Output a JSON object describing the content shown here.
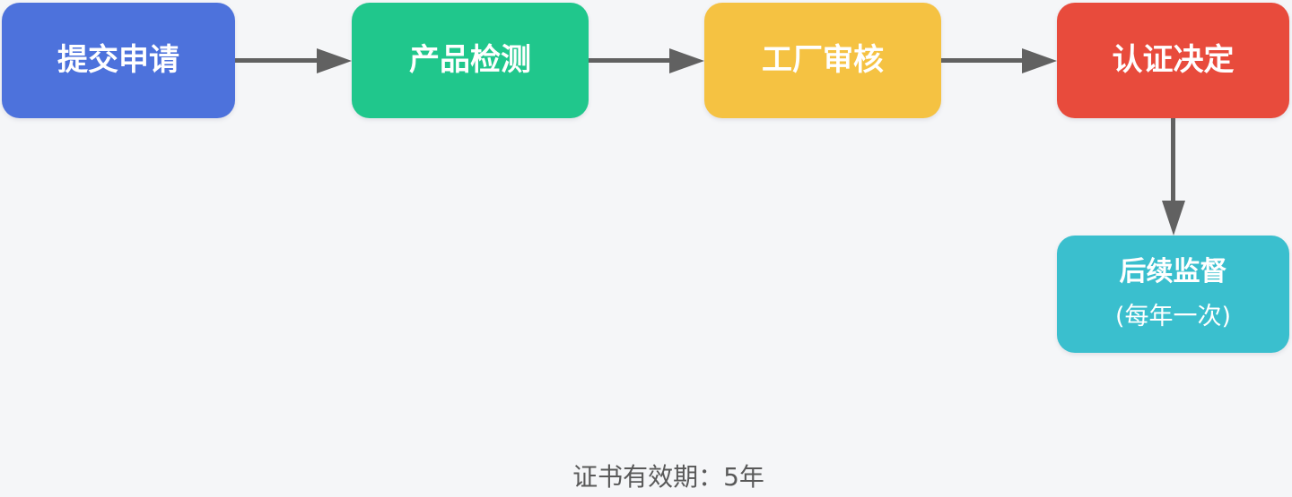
{
  "page": {
    "background_color": "#F5F6F8"
  },
  "diagram": {
    "type": "flowchart",
    "arrow_color": "#616161",
    "nodes": [
      {
        "id": "submit-application",
        "label": "提交申请",
        "color": "#4D72DC",
        "text_color": "#FFFFFF"
      },
      {
        "id": "product-testing",
        "label": "产品检测",
        "color": "#20C78C",
        "text_color": "#FFFFFF"
      },
      {
        "id": "factory-audit",
        "label": "工厂审核",
        "color": "#F5C242",
        "text_color": "#FFFFFF"
      },
      {
        "id": "certification-decision",
        "label": "认证决定",
        "color": "#E84B3C",
        "text_color": "#FFFFFF"
      },
      {
        "id": "follow-up-supervision",
        "label": "后续监督",
        "sublabel": "(每年一次)",
        "color": "#3ABFCE",
        "text_color": "#FFFFFF"
      }
    ],
    "edges": [
      {
        "from": "submit-application",
        "to": "product-testing",
        "direction": "right"
      },
      {
        "from": "product-testing",
        "to": "factory-audit",
        "direction": "right"
      },
      {
        "from": "factory-audit",
        "to": "certification-decision",
        "direction": "right"
      },
      {
        "from": "certification-decision",
        "to": "follow-up-supervision",
        "direction": "down"
      }
    ],
    "footnote": {
      "text": "证书有效期：5年",
      "color": "#595959"
    }
  }
}
